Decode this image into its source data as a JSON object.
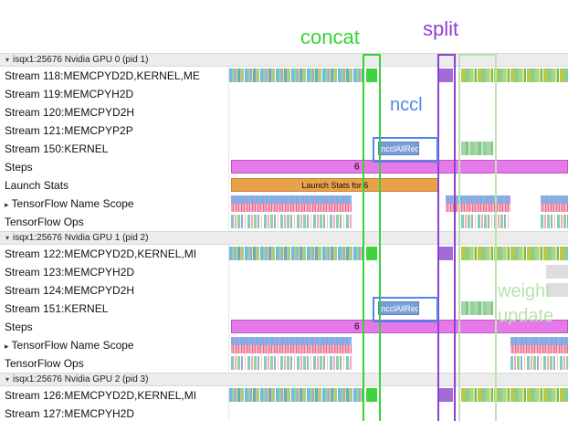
{
  "colors": {
    "concat_green": "#35d435",
    "split_purple": "#8f3fd6",
    "nccl_blue": "#4f86ec",
    "weight_update_green": "#b9e4ae",
    "steps_violet": "#e678ea",
    "launch_orange": "#e9a24b",
    "nccl_bar_blue": "#7b9dd9",
    "section_header_bg": "#ececec"
  },
  "annotations": {
    "concat": "concat",
    "split": "split",
    "nccl": "nccl",
    "weight_update_line1": "weight",
    "weight_update_line2": "update"
  },
  "rows": [
    {
      "kind": "section",
      "arrow": "▾",
      "label": "isqx1:25676 Nvidia GPU 0 (pid 1)"
    },
    {
      "kind": "row",
      "label": "Stream 118:MEMCPYD2D,KERNEL,ME",
      "segments": [
        {
          "cls": "dense-a",
          "from": 0,
          "to": 40,
          "name": "kernel-activity"
        },
        {
          "cls": "solid-green",
          "from": 40.3,
          "to": 43.6,
          "name": "concat-kernel"
        },
        {
          "cls": "solid-purple",
          "from": 62,
          "to": 66,
          "name": "split-kernel"
        },
        {
          "cls": "dense-b",
          "from": 68.5,
          "to": 100,
          "name": "weight-update-activity"
        }
      ]
    },
    {
      "kind": "row",
      "label": "Stream 119:MEMCPYH2D",
      "segments": []
    },
    {
      "kind": "row",
      "label": "Stream 120:MEMCPYD2H",
      "segments": []
    },
    {
      "kind": "row",
      "label": "Stream 121:MEMCPYP2P",
      "segments": []
    },
    {
      "kind": "row",
      "label": "Stream 150:KERNEL",
      "segments": [
        {
          "cls": "nccl-bar",
          "from": 44,
          "to": 56,
          "text": "ncclAllRed...",
          "name": "nccl-allreduce-bar"
        },
        {
          "cls": "green-cluster",
          "from": 68.5,
          "to": 78,
          "name": "weight-update-activity"
        }
      ]
    },
    {
      "kind": "row",
      "label": "Steps",
      "segments": [
        {
          "cls": "steps",
          "from": 0.5,
          "to": 100,
          "text": "6",
          "text_at": 37.3,
          "name": "steps-bar"
        }
      ]
    },
    {
      "kind": "row",
      "label": "Launch Stats",
      "segments": [
        {
          "cls": "launch",
          "from": 0.5,
          "to": 62,
          "text": "Launch Stats for 6",
          "name": "launch-stats-bar"
        }
      ]
    },
    {
      "kind": "row",
      "arrow": "▸",
      "label": "TensorFlow Name Scope",
      "segments": [
        {
          "cls": "ns",
          "from": 0.5,
          "to": 36,
          "name": "name-scope-activity"
        },
        {
          "cls": "ns",
          "from": 64,
          "to": 83,
          "name": "name-scope-activity"
        },
        {
          "cls": "ns",
          "from": 92,
          "to": 100,
          "name": "name-scope-activity"
        }
      ]
    },
    {
      "kind": "row",
      "label": "TensorFlow Ops",
      "segments": [
        {
          "cls": "ops",
          "from": 0.5,
          "to": 36,
          "name": "ops-activity"
        },
        {
          "cls": "ops",
          "from": 68.5,
          "to": 83,
          "name": "ops-activity"
        },
        {
          "cls": "ops",
          "from": 92,
          "to": 100,
          "name": "ops-activity"
        }
      ]
    },
    {
      "kind": "section",
      "arrow": "▾",
      "label": "isqx1:25676 Nvidia GPU 1 (pid 2)"
    },
    {
      "kind": "row",
      "label": "Stream 122:MEMCPYD2D,KERNEL,MI",
      "segments": [
        {
          "cls": "dense-a",
          "from": 0,
          "to": 40,
          "name": "kernel-activity"
        },
        {
          "cls": "solid-green",
          "from": 40.3,
          "to": 43.6,
          "name": "concat-kernel"
        },
        {
          "cls": "solid-purple",
          "from": 62,
          "to": 66,
          "name": "split-kernel"
        },
        {
          "cls": "dense-b",
          "from": 68.5,
          "to": 100,
          "name": "weight-update-activity"
        }
      ]
    },
    {
      "kind": "row",
      "label": "Stream 123:MEMCPYH2D",
      "segments": [
        {
          "cls": "gray",
          "from": 93.5,
          "to": 100,
          "name": "memcpy-activity"
        }
      ]
    },
    {
      "kind": "row",
      "label": "Stream 124:MEMCPYD2H",
      "segments": [
        {
          "cls": "gray",
          "from": 93.5,
          "to": 100,
          "name": "memcpy-activity"
        }
      ]
    },
    {
      "kind": "row",
      "label": "Stream 151:KERNEL",
      "segments": [
        {
          "cls": "nccl-bar",
          "from": 44,
          "to": 56,
          "text": "ncclAllRed...",
          "name": "nccl-allreduce-bar"
        },
        {
          "cls": "green-cluster",
          "from": 68.5,
          "to": 78,
          "name": "weight-update-activity"
        }
      ]
    },
    {
      "kind": "row",
      "label": "Steps",
      "segments": [
        {
          "cls": "steps",
          "from": 0.5,
          "to": 100,
          "text": "6",
          "text_at": 37.3,
          "name": "steps-bar"
        }
      ]
    },
    {
      "kind": "row",
      "arrow": "▸",
      "label": "TensorFlow Name Scope",
      "segments": [
        {
          "cls": "ns",
          "from": 0.5,
          "to": 36,
          "name": "name-scope-activity"
        },
        {
          "cls": "ns",
          "from": 83,
          "to": 100,
          "name": "name-scope-activity"
        }
      ]
    },
    {
      "kind": "row",
      "label": "TensorFlow Ops",
      "segments": [
        {
          "cls": "ops",
          "from": 0.5,
          "to": 36,
          "name": "ops-activity"
        },
        {
          "cls": "ops",
          "from": 83,
          "to": 100,
          "name": "ops-activity"
        }
      ]
    },
    {
      "kind": "section",
      "arrow": "▾",
      "label": "isqx1:25676 Nvidia GPU 2 (pid 3)"
    },
    {
      "kind": "row",
      "label": "Stream 126:MEMCPYD2D,KERNEL,MI",
      "segments": [
        {
          "cls": "dense-a",
          "from": 0,
          "to": 40,
          "name": "kernel-activity"
        },
        {
          "cls": "solid-green",
          "from": 40.3,
          "to": 43.6,
          "name": "concat-kernel"
        },
        {
          "cls": "solid-purple",
          "from": 62,
          "to": 66,
          "name": "split-kernel"
        },
        {
          "cls": "dense-b",
          "from": 68.5,
          "to": 100,
          "name": "weight-update-activity"
        }
      ]
    },
    {
      "kind": "row",
      "label": "Stream 127:MEMCPYH2D",
      "segments": []
    }
  ]
}
